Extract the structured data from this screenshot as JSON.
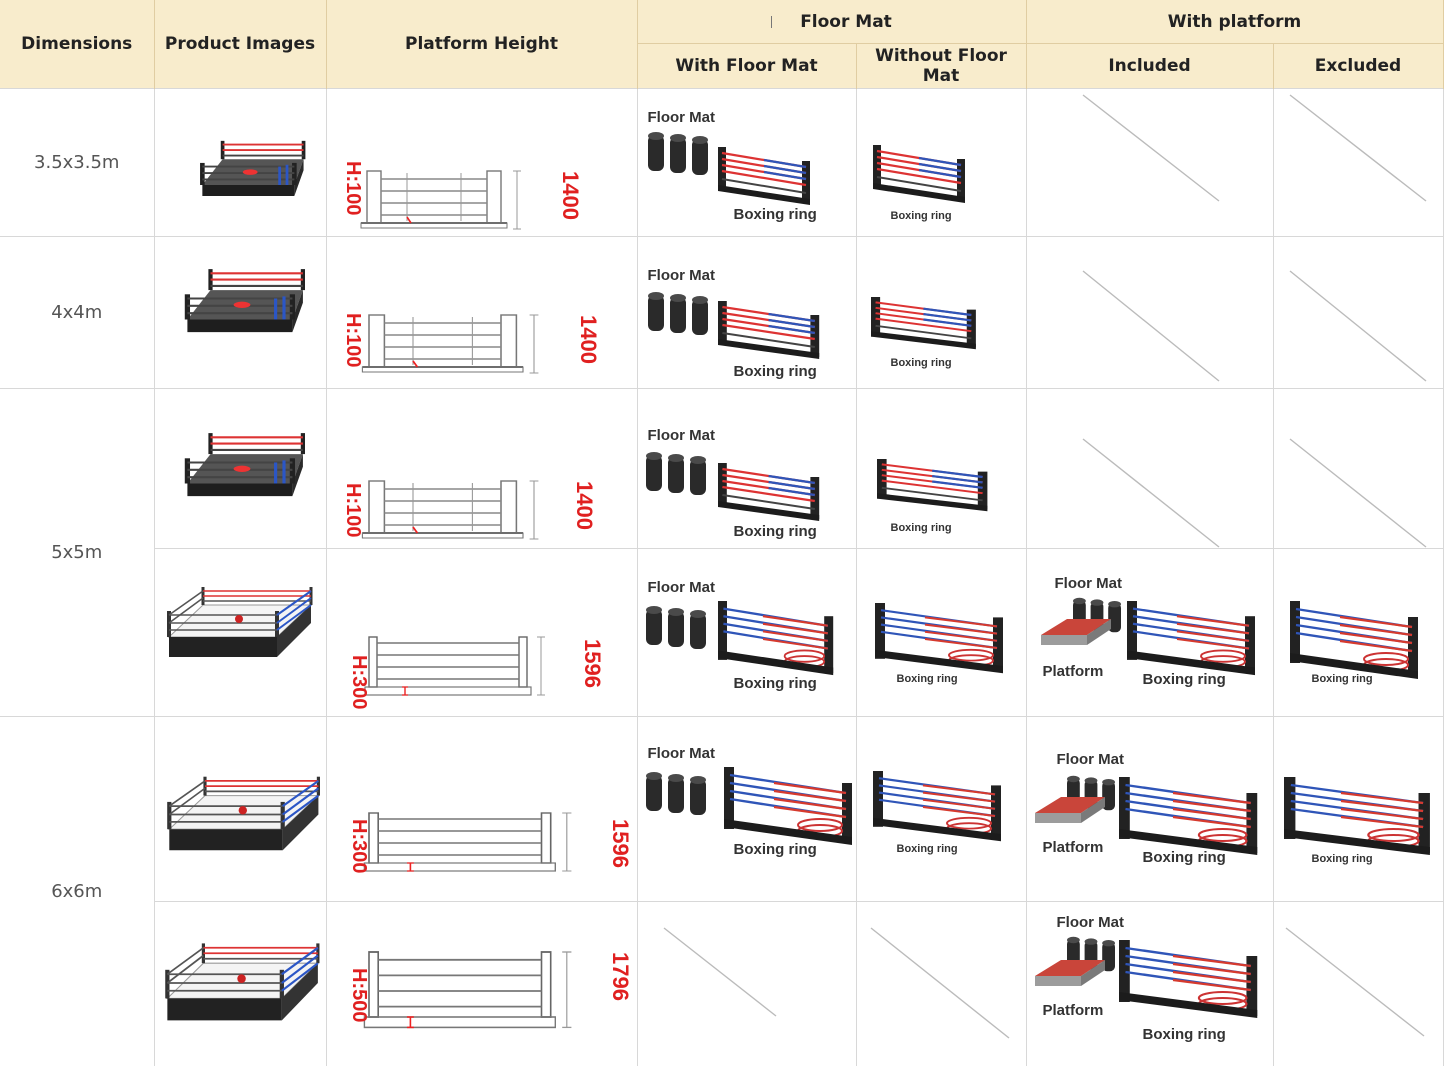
{
  "headers": {
    "dimensions": "Dimensions",
    "product_images": "Product Images",
    "platform_height": "Platform Height",
    "floor_mat_group": "Floor Mat",
    "with_floor_mat": "With Floor Mat",
    "without_floor_mat": "Without Floor Mat",
    "with_platform_group": "With platform",
    "included": "Included",
    "excluded": "Excluded"
  },
  "rows": [
    {
      "dimension": "3.5x3.5m",
      "height_label": "H:100",
      "rope_height": "1400"
    },
    {
      "dimension": "4x4m",
      "height_label": "H:100",
      "rope_height": "1400"
    },
    {
      "dimension": "5x5m",
      "height_label": "H:100",
      "rope_height": "1400"
    },
    {
      "height_label": "H:300",
      "rope_height": "1596"
    },
    {
      "dimension": "6x6m",
      "height_label": "H:300",
      "rope_height": "1596"
    },
    {
      "height_label": "H:500",
      "rope_height": "1796"
    }
  ],
  "labels": {
    "floor_mat": "Floor Mat",
    "boxing_ring": "Boxing ring",
    "platform": "Platform"
  },
  "colors": {
    "header_bg": "#f8eccc",
    "dimension_red": "#e02020",
    "rope_red": "#d63a2e",
    "rope_blue": "#2f55b8"
  },
  "icons": {
    "product_image": "boxing-ring-render",
    "drawing": "ring-side-elevation-drawing",
    "floor_mat": "floor-mat-rolls",
    "platform": "platform-block",
    "not_available": "diagonal-slash"
  }
}
